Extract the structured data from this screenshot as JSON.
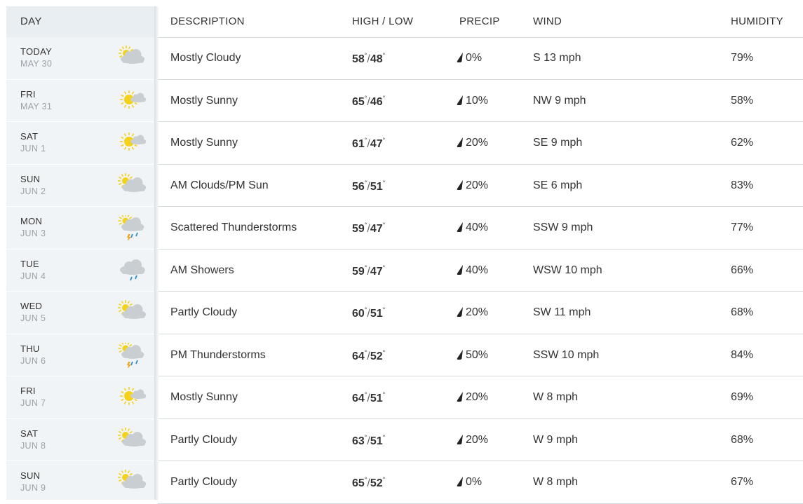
{
  "headers": {
    "day": "DAY",
    "description": "DESCRIPTION",
    "high_low": "HIGH / LOW",
    "precip": "PRECIP",
    "wind": "WIND",
    "humidity": "HUMIDITY"
  },
  "colors": {
    "sun": "#f5d21a",
    "cloud": "#c9ced2",
    "rain": "#2f8fd0",
    "bolt": "#f2a81d"
  },
  "rows": [
    {
      "day": "TODAY",
      "date": "MAY 30",
      "icon": "mostly-cloudy-icon",
      "description": "Mostly Cloudy",
      "high": "58",
      "low": "48",
      "precip": "0%",
      "wind": "S 13 mph",
      "humidity": "79%"
    },
    {
      "day": "FRI",
      "date": "MAY 31",
      "icon": "mostly-sunny-icon",
      "description": "Mostly Sunny",
      "high": "65",
      "low": "46",
      "precip": "10%",
      "wind": "NW 9 mph",
      "humidity": "58%"
    },
    {
      "day": "SAT",
      "date": "JUN 1",
      "icon": "mostly-sunny-icon",
      "description": "Mostly Sunny",
      "high": "61",
      "low": "47",
      "precip": "20%",
      "wind": "SE 9 mph",
      "humidity": "62%"
    },
    {
      "day": "SUN",
      "date": "JUN 2",
      "icon": "partly-cloudy-icon",
      "description": "AM Clouds/PM Sun",
      "high": "56",
      "low": "51",
      "precip": "20%",
      "wind": "SE 6 mph",
      "humidity": "83%"
    },
    {
      "day": "MON",
      "date": "JUN 3",
      "icon": "thunderstorm-icon",
      "description": "Scattered Thunderstorms",
      "high": "59",
      "low": "47",
      "precip": "40%",
      "wind": "SSW 9 mph",
      "humidity": "77%"
    },
    {
      "day": "TUE",
      "date": "JUN 4",
      "icon": "showers-icon",
      "description": "AM Showers",
      "high": "59",
      "low": "47",
      "precip": "40%",
      "wind": "WSW 10 mph",
      "humidity": "66%"
    },
    {
      "day": "WED",
      "date": "JUN 5",
      "icon": "partly-cloudy-icon",
      "description": "Partly Cloudy",
      "high": "60",
      "low": "51",
      "precip": "20%",
      "wind": "SW 11 mph",
      "humidity": "68%"
    },
    {
      "day": "THU",
      "date": "JUN 6",
      "icon": "thunderstorm-icon",
      "description": "PM Thunderstorms",
      "high": "64",
      "low": "52",
      "precip": "50%",
      "wind": "SSW 10 mph",
      "humidity": "84%"
    },
    {
      "day": "FRI",
      "date": "JUN 7",
      "icon": "mostly-sunny-icon",
      "description": "Mostly Sunny",
      "high": "64",
      "low": "51",
      "precip": "20%",
      "wind": "W 8 mph",
      "humidity": "69%"
    },
    {
      "day": "SAT",
      "date": "JUN 8",
      "icon": "partly-cloudy-icon",
      "description": "Partly Cloudy",
      "high": "63",
      "low": "51",
      "precip": "20%",
      "wind": "W 9 mph",
      "humidity": "68%"
    },
    {
      "day": "SUN",
      "date": "JUN 9",
      "icon": "partly-cloudy-icon",
      "description": "Partly Cloudy",
      "high": "65",
      "low": "52",
      "precip": "0%",
      "wind": "W 8 mph",
      "humidity": "67%"
    }
  ]
}
